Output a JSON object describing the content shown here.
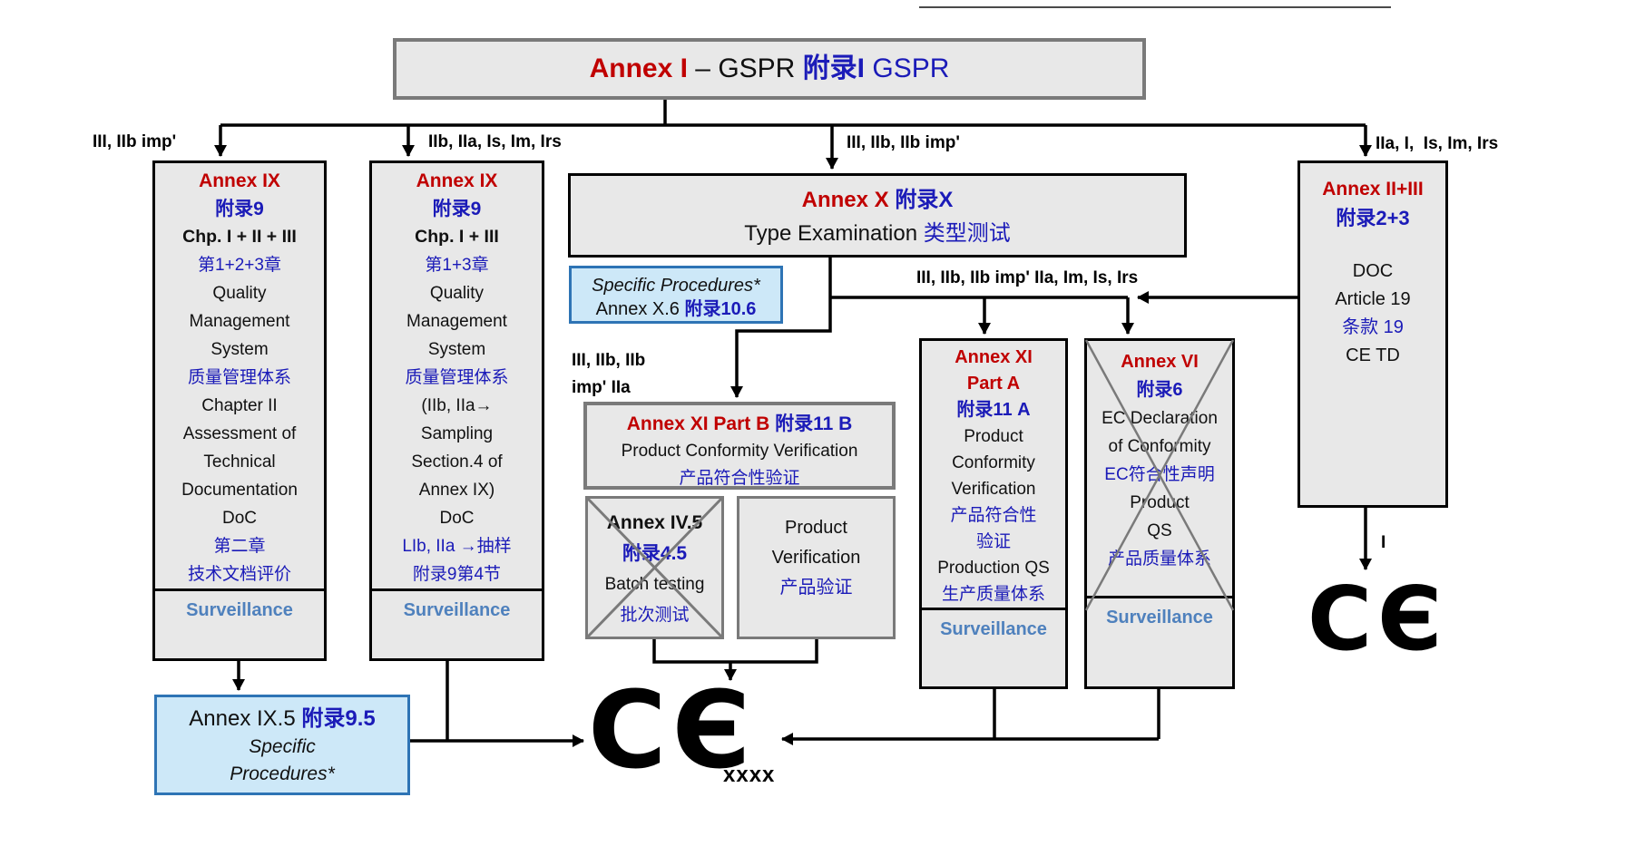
{
  "title": {
    "en": "Annex I",
    "mid": " – GSPR ",
    "zh": "附录I",
    "tail": " GSPR"
  },
  "branch_labels": {
    "left": "III, IIb imp'",
    "mid_left": "IIb, IIa, Is, Im, Irs",
    "annex_x": "III, IIb, IIb imp'",
    "right": "IIa, I,  Is, Im, Irs",
    "below_x": "III, IIb, IIb imp' IIa, Im, Is, Irs",
    "part_b": "III, IIb, IIb\nimp' IIa",
    "class_i": "I",
    "nb_number": "xxxx"
  },
  "boxes": {
    "annex9_full": {
      "title_en": "Annex IX",
      "title_zh": "附录9",
      "chapters": "Chp. I + II + III",
      "chapters_zh": "第1+2+3章",
      "qms": "Quality\nManagement\nSystem",
      "qms_zh": "质量管理体系",
      "body": "Chapter II\nAssessment of\nTechnical\nDocumentation\nDoC",
      "body_zh": "第二章\n技术文档评价",
      "surveillance": "Surveillance"
    },
    "annex9_part": {
      "title_en": "Annex IX",
      "title_zh": "附录9",
      "chapters": "Chp. I + III",
      "chapters_zh": "第1+3章",
      "qms": "Quality\nManagement\nSystem",
      "qms_zh": "质量管理体系",
      "body": "(IIb, IIa→\nSampling\nSection.4 of\nAnnex IX)\nDoC",
      "body_zh": "LIb, IIa →抽样\n附录9第4节",
      "surveillance": "Surveillance"
    },
    "annex_x": {
      "title_en": "Annex X ",
      "title_zh": "附录X",
      "sub_en": "Type Examination ",
      "sub_zh": "类型测试"
    },
    "specific_x6": {
      "line1": "Specific Procedures*",
      "line2_en": "Annex X.6 ",
      "line2_zh": "附录10.6"
    },
    "annex_xi_b": {
      "title_en": "Annex XI Part B ",
      "title_zh": "附录11 B",
      "sub_en": "Product Conformity Verification",
      "sub_zh": "产品符合性验证"
    },
    "annex_iv5": {
      "title_en": "Annex IV.5",
      "title_zh": "附录4.5",
      "sub_en": "Batch testing",
      "sub_zh": "批次测试"
    },
    "product_verification": {
      "en": "Product\nVerification",
      "zh": "产品验证"
    },
    "annex_xi_a": {
      "title_en": "Annex XI\nPart A",
      "title_zh": "附录11 A",
      "body1": "Product\nConformity\nVerification",
      "body1_zh": "产品符合性\n验证",
      "body2": "Production QS",
      "body2_zh": "生产质量体系",
      "surveillance": "Surveillance"
    },
    "annex_vi": {
      "title_en": "Annex VI",
      "title_zh": "附录6",
      "body1": "EC Declaration\nof Conformity",
      "body1_zh": "EC符合性声明",
      "body2": "Product\nQS",
      "body2_zh": "产品质量体系",
      "surveillance": "Surveillance"
    },
    "annex_ii_iii": {
      "title_en": "Annex II+III",
      "title_zh": "附录2+3",
      "body": "DOC\nArticle 19",
      "body_zh": "条款 19",
      "body2": "CE TD"
    },
    "annex_ix5": {
      "line1_en": "Annex IX.5 ",
      "line1_zh": "附录9.5",
      "line2": "Specific\nProcedures*"
    }
  },
  "ce_mark": "CЄ",
  "colors": {
    "red": "#C00000",
    "blue": "#1B1BB8",
    "surveillance": "#4F81BD",
    "box_fill": "#E8E8E8",
    "blue_box_fill": "#CDE8F8",
    "blue_box_border": "#2E74B5"
  }
}
